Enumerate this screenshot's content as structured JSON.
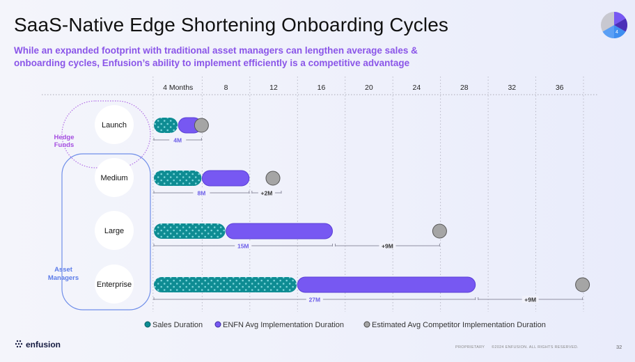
{
  "header": {
    "title": "SaaS-Native Edge Shortening Onboarding Cycles",
    "subtitle": "While an expanded footprint with traditional asset managers can lengthen average sales & onboarding cycles, Enfusion’s ability to implement efficiently is a competitive advantage"
  },
  "corner_badge": {
    "label": "4"
  },
  "footer": {
    "brand": "enfusion",
    "proprietary": "PROPRIETARY",
    "copyright": "©2024 ENFUSION. ALL RIGHTS RESERVED.",
    "page_number": "32"
  },
  "colors": {
    "sales": "#0e8c93",
    "enfn": "#7758f2",
    "competitor": "#a5a5a5",
    "accent": "#8a55e8",
    "group_label": "#a44de0",
    "asset_label": "#5b7be8"
  },
  "chart_data": {
    "type": "bar",
    "orientation": "horizontal-stacked",
    "x_ticks": [
      "4 Months",
      "8",
      "12",
      "16",
      "20",
      "24",
      "28",
      "32",
      "36"
    ],
    "x_tick_values": [
      4,
      8,
      12,
      16,
      20,
      24,
      28,
      32,
      36
    ],
    "x_unit": "months",
    "groups": [
      {
        "name": "Hedge Funds",
        "rows": [
          "Launch"
        ]
      },
      {
        "name": "Asset Managers",
        "rows": [
          "Medium",
          "Large",
          "Enterprise"
        ]
      }
    ],
    "categories": [
      "Launch",
      "Medium",
      "Large",
      "Enterprise"
    ],
    "series": [
      {
        "name": "Sales Duration",
        "values": [
          2,
          4,
          6,
          12
        ]
      },
      {
        "name": "ENFN Avg Implementation Duration",
        "values": [
          2,
          4,
          9,
          15
        ]
      },
      {
        "name": "Estimated Avg Competitor Implementation Duration",
        "values": [
          4,
          10,
          24,
          36
        ]
      }
    ],
    "total_labels": [
      "4M",
      "8M",
      "15M",
      "27M"
    ],
    "extra_labels": [
      "",
      "+2M",
      "+9M",
      "+9M"
    ],
    "legend": [
      "Sales Duration",
      "ENFN Avg Implementation Duration",
      "Estimated Avg Competitor Implementation Duration"
    ],
    "legend_position": "bottom"
  }
}
